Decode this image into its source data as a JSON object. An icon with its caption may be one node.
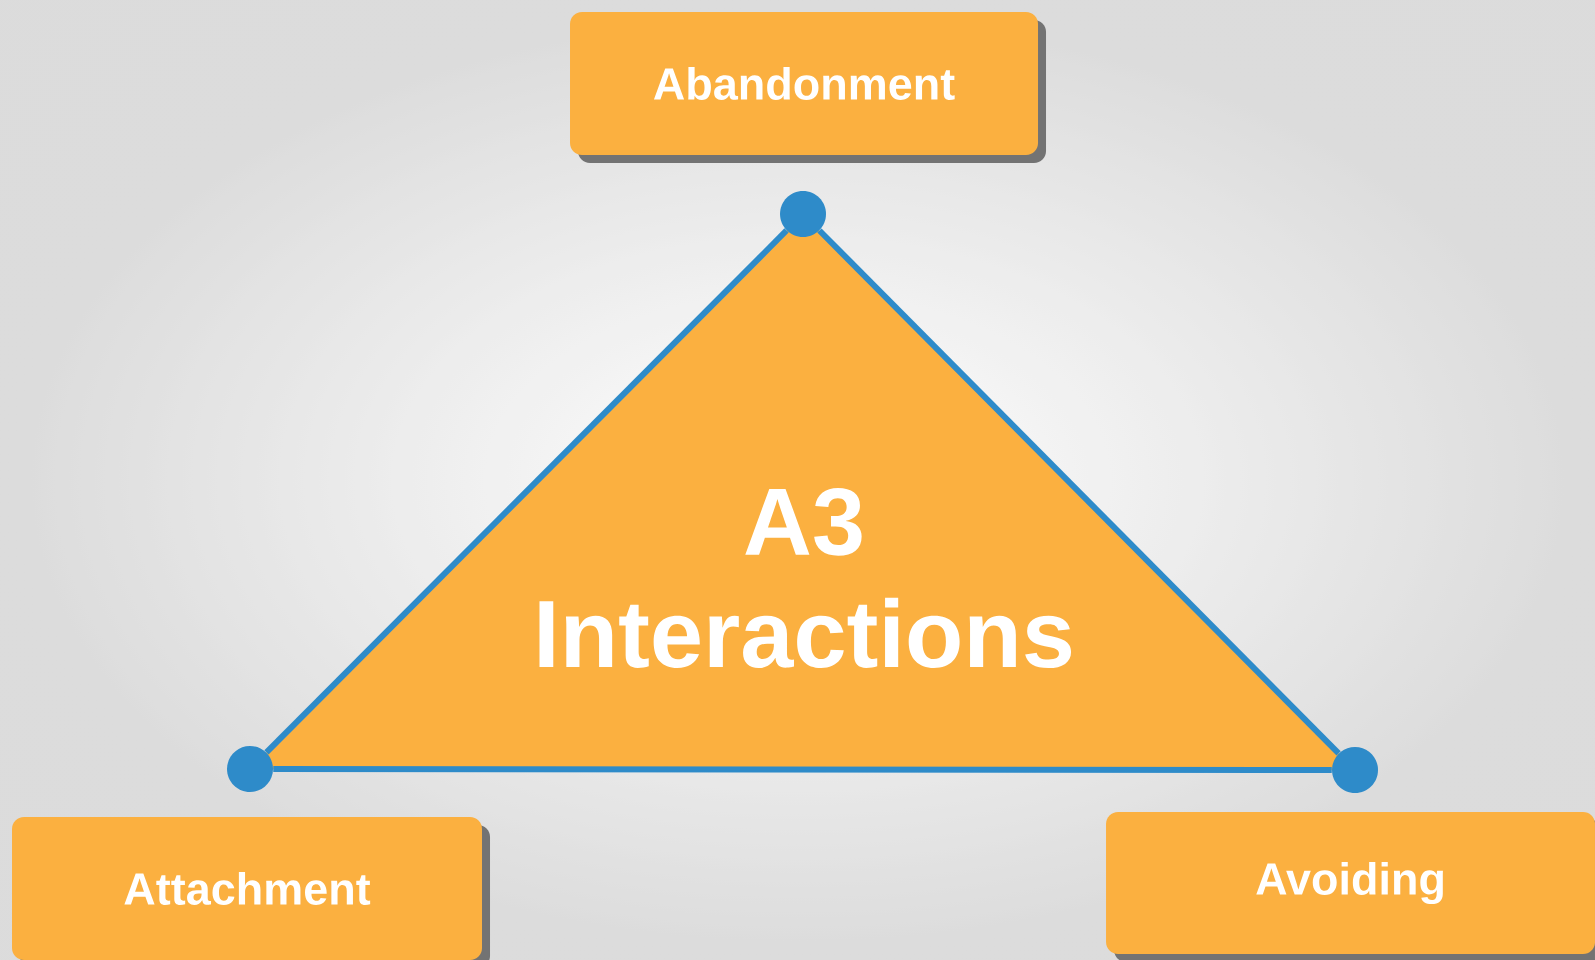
{
  "diagram": {
    "nodes": [
      {
        "text": [
          "Abandonment"
        ]
      },
      {
        "text": [],
        "shape": "circle"
      },
      {
        "text": [
          "A3 Interactions"
        ]
      },
      {
        "text": [],
        "shape": "circle"
      },
      {
        "text": [],
        "shape": "circle"
      },
      {
        "text": [
          "Attachment"
        ]
      },
      {
        "text": [
          "Avoiding"
        ]
      }
    ],
    "edges": [
      {
        "from": 1,
        "to": 3,
        "arrow": "none"
      },
      {
        "from": 1,
        "to": 4,
        "arrow": "none"
      },
      {
        "from": 3,
        "to": 4,
        "arrow": "none"
      }
    ]
  }
}
